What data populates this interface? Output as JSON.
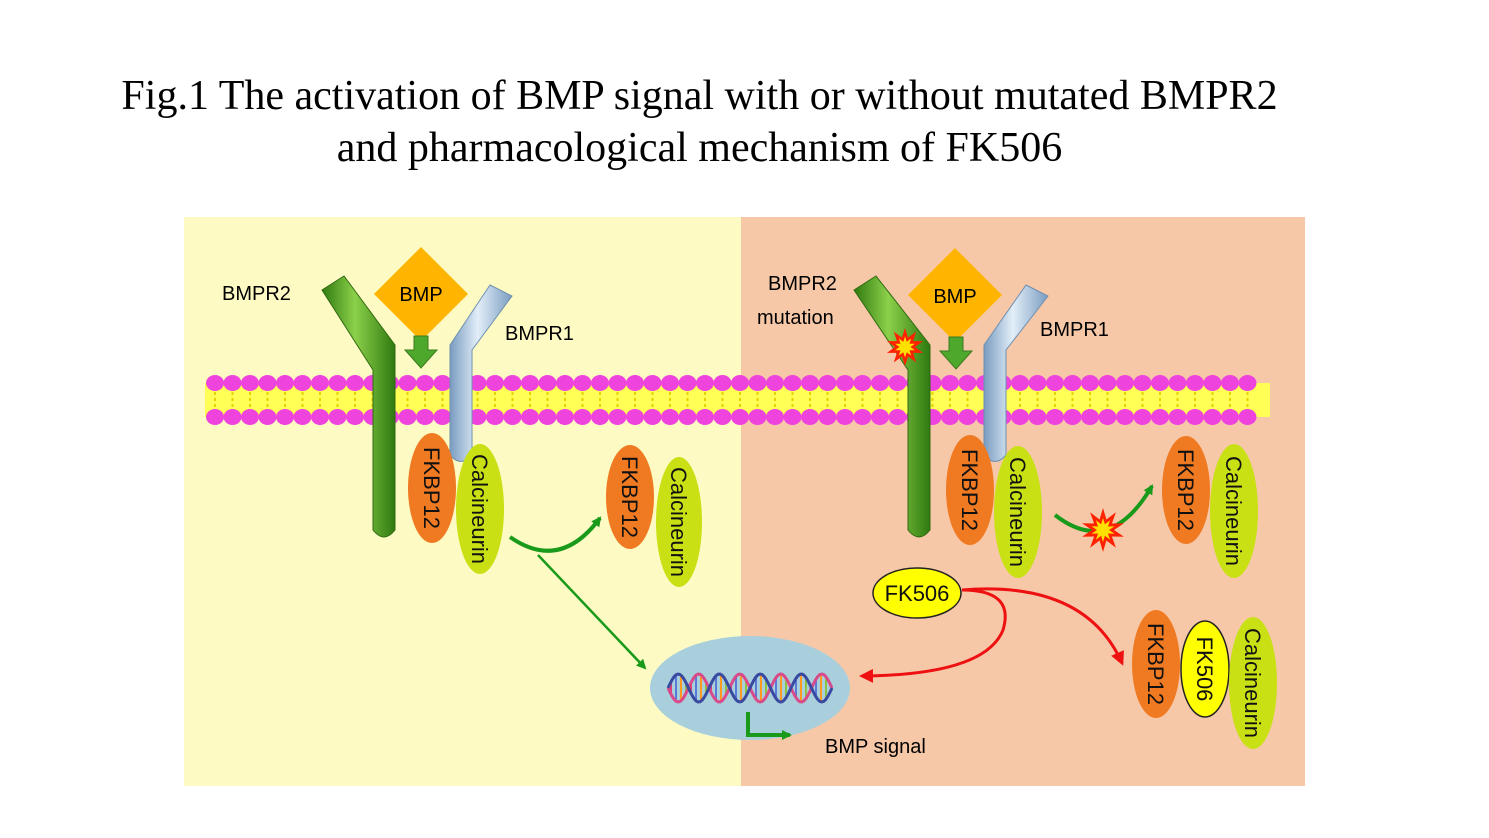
{
  "figure": {
    "title_line1": "Fig.1  The activation of BMP signal with or without mutated BMPR2",
    "title_line2": "and pharmacological mechanism of FK506"
  },
  "left_panel": {
    "bmpr2_label": "BMPR2",
    "bmp_label": "BMP",
    "bmpr1_label": "BMPR1",
    "fkbp12_bound": "FKBP12",
    "calcineurin_bound": "Calcineurin",
    "fkbp12_released": "FKBP12",
    "calcineurin_released": "Calcineurin"
  },
  "right_panel": {
    "bmpr2_label_line1": "BMPR2",
    "bmpr2_label_line2": "mutation",
    "bmp_label": "BMP",
    "bmpr1_label": "BMPR1",
    "fkbp12_bound": "FKBP12",
    "calcineurin_bound": "Calcineurin",
    "fkbp12_released": "FKBP12",
    "calcineurin_released": "Calcineurin",
    "fk506_label": "FK506",
    "complex_fkbp12": "FKBP12",
    "complex_fk506": "FK506",
    "complex_calcineurin": "Calcineurin"
  },
  "nucleus": {
    "signal_label": "BMP signal"
  },
  "colors": {
    "left_bg": "#fdfbc3",
    "right_bg": "#f7c8a8",
    "membrane_head": "#ee44dd",
    "membrane_tail": "#ffff55",
    "bmpr2": "#4a9a1f",
    "bmpr1": "#9cbcd8",
    "bmp": "#ffb400",
    "fkbp12": "#f07a22",
    "calcineurin": "#c8e014",
    "fk506": "#ffff00",
    "arrow_green": "#1a9a1a",
    "arrow_red": "#ee1111",
    "nucleus": "#a9cfdc",
    "mutation_star": "#ff2200"
  }
}
